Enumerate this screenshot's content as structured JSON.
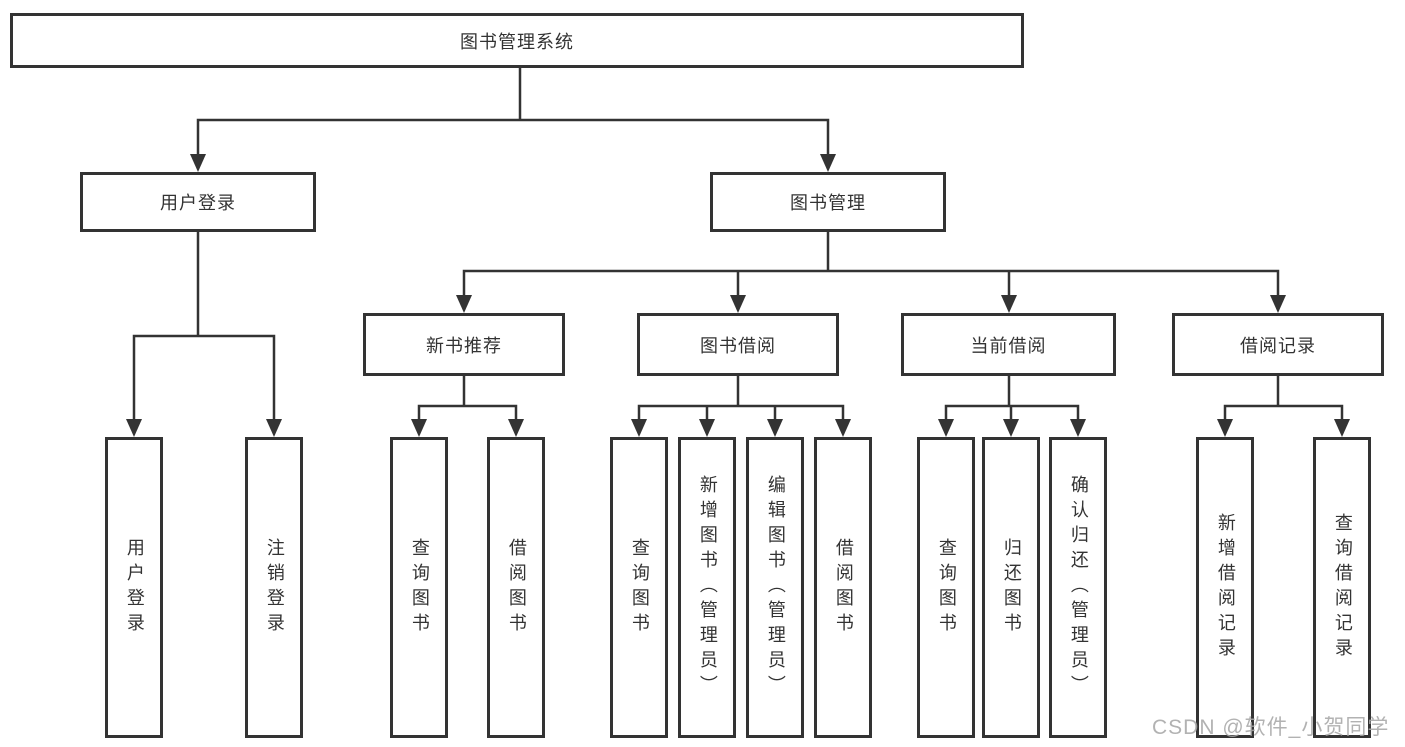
{
  "tree": {
    "root": {
      "label": "图书管理系统"
    },
    "branches": [
      {
        "label": "用户登录",
        "children": [
          {
            "label": "用户登录"
          },
          {
            "label": "注销登录"
          }
        ]
      },
      {
        "label": "图书管理",
        "children": [
          {
            "label": "新书推荐",
            "children": [
              {
                "label": "查询图书"
              },
              {
                "label": "借阅图书"
              }
            ]
          },
          {
            "label": "图书借阅",
            "children": [
              {
                "label": "查询图书"
              },
              {
                "label": "新增图书（管理员）"
              },
              {
                "label": "编辑图书（管理员）"
              },
              {
                "label": "借阅图书"
              }
            ]
          },
          {
            "label": "当前借阅",
            "children": [
              {
                "label": "查询图书"
              },
              {
                "label": "归还图书"
              },
              {
                "label": "确认归还（管理员）"
              }
            ]
          },
          {
            "label": "借阅记录",
            "children": [
              {
                "label": "新增借阅记录"
              },
              {
                "label": "查询借阅记录"
              }
            ]
          }
        ]
      }
    ]
  },
  "watermark": "CSDN @软件_小贺同学",
  "colors": {
    "line": "#333333",
    "text": "#333333",
    "box_background": "#ffffff",
    "watermark": "#a8a8a8",
    "background": "#ffffff"
  }
}
